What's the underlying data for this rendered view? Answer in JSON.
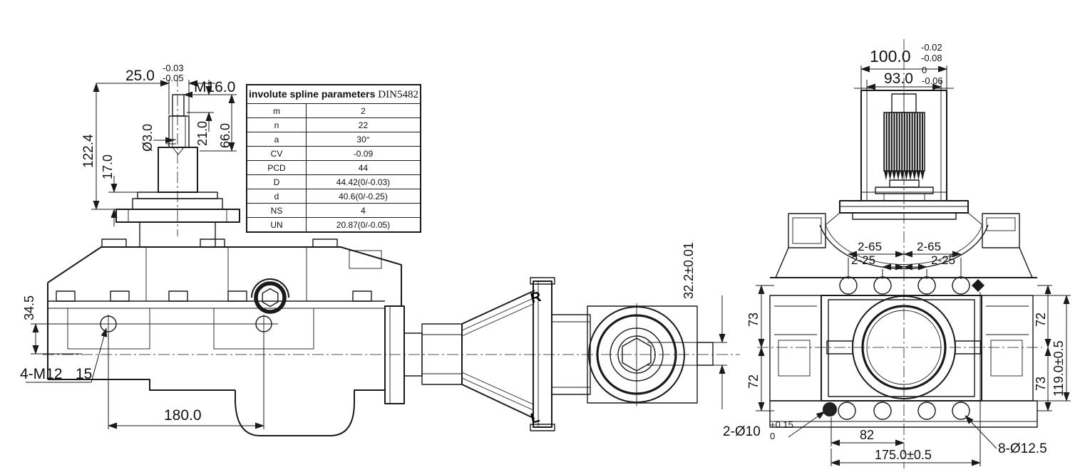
{
  "colors": {
    "line": "#1a1a1a",
    "background": "#ffffff",
    "spline_fill": "#1a1a1a"
  },
  "spline_table": {
    "title": "involute spline parameters",
    "standard": "DIN5482",
    "rows": [
      {
        "param": "m",
        "value": "2"
      },
      {
        "param": "n",
        "value": "22"
      },
      {
        "param": "a",
        "value": "30°"
      },
      {
        "param": "CV",
        "value": "-0.09"
      },
      {
        "param": "PCD",
        "value": "44"
      },
      {
        "param": "D",
        "value": "44.42(0/-0.03)"
      },
      {
        "param": "d",
        "value": "40.6(0/-0.25)"
      },
      {
        "param": "NS",
        "value": "4"
      },
      {
        "param": "UN",
        "value": "20.87(0/-0.05)"
      }
    ]
  },
  "side_view": {
    "dims": {
      "shaft_dia": {
        "main": "25.0",
        "tol_upper": "-0.03",
        "tol_lower": "-0.05"
      },
      "thread": "M16.0",
      "hole_dia": "Ø3.0",
      "thread_len": "21.0",
      "shaft_len": "66.0",
      "height": "122.4",
      "flange_h": "17.0",
      "foot_h": "34.5",
      "mount_thread": "4-M12",
      "depth": "15",
      "hole_span": "180.0",
      "offset": "32.2±0.01"
    },
    "labels": {
      "rotation_r": "R",
      "rotation_l": "L"
    }
  },
  "front_view": {
    "dims": {
      "tube_od": {
        "main": "100.0",
        "tol_upper": "-0.02",
        "tol_lower": "-0.08"
      },
      "tube_id": {
        "main": "93.0",
        "tol_upper": "0",
        "tol_lower": "-0.06"
      },
      "hole_65_left": "2-65",
      "hole_65_right": "2-65",
      "hole_25_left": "2-25",
      "hole_25_right": "2-25",
      "left_upper": "73",
      "left_lower": "72",
      "right_upper": "72",
      "right_lower": "73",
      "body_height": "119.0±0.5",
      "dowel": {
        "main": "2-Ø10",
        "tol_upper": "+0.15",
        "tol_lower": "0"
      },
      "dowel_x": "82",
      "dowel_span": "175.0±0.5",
      "bolt_holes": "8-Ø12.5"
    }
  }
}
